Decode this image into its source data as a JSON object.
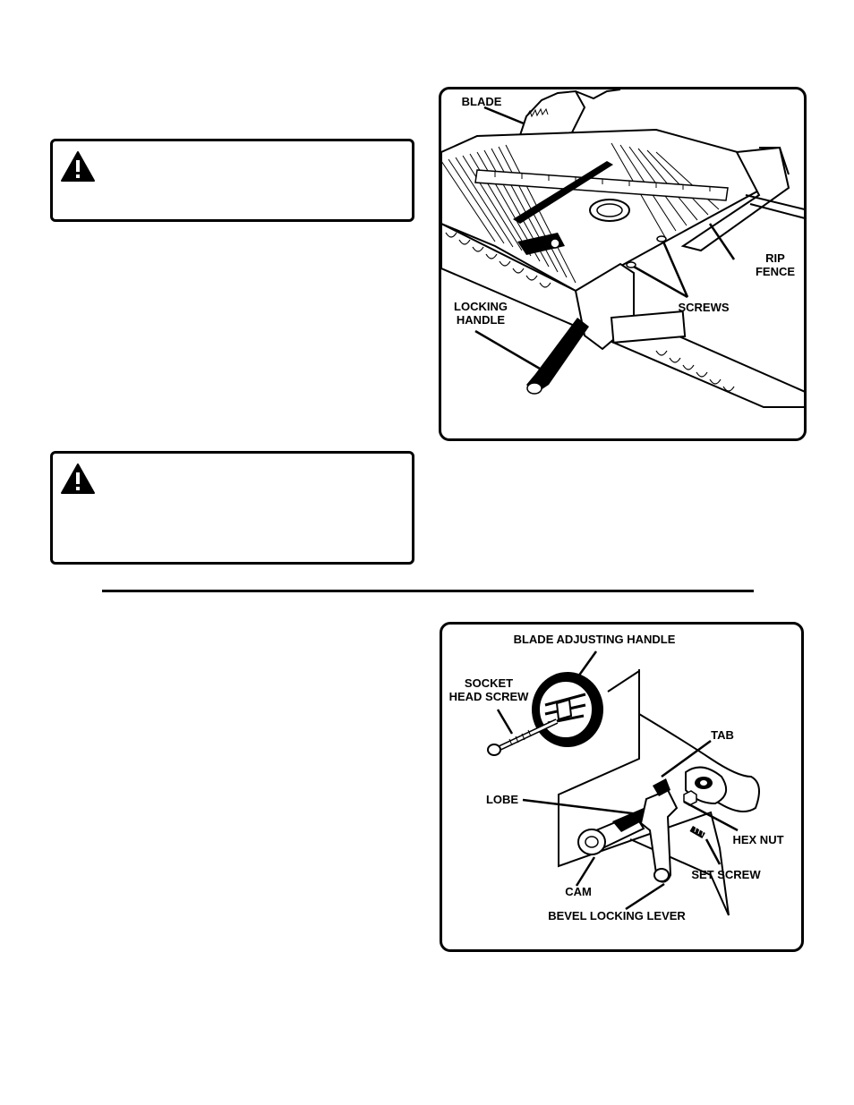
{
  "figure1": {
    "labels": {
      "blade": "BLADE",
      "rip_fence": "RIP\nFENCE",
      "screws": "SCREWS",
      "locking_handle": "LOCKING\nHANDLE"
    }
  },
  "figure2": {
    "labels": {
      "blade_adjusting_handle": "BLADE ADJUSTING HANDLE",
      "socket_head_screw": "SOCKET\nHEAD SCREW",
      "tab": "TAB",
      "lobe": "LOBE",
      "hex_nut": "HEX NUT",
      "set_screw": "SET SCREW",
      "cam": "CAM",
      "bevel_locking_lever": "BEVEL LOCKING LEVER"
    }
  },
  "icons": [
    "warning-triangle-icon"
  ]
}
